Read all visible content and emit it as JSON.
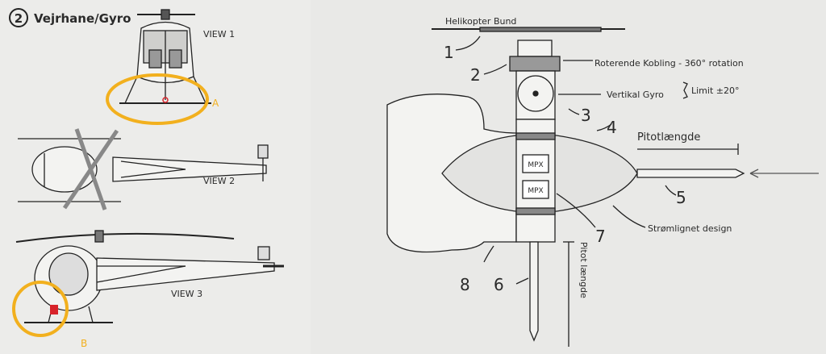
{
  "title": "Vejrhane/Gyro",
  "title_number": "2",
  "views": {
    "view1": "VIEW 1",
    "view2": "VIEW 2",
    "view3": "VIEW 3"
  },
  "highlights": {
    "a": "A",
    "b": "B"
  },
  "labels": {
    "helikopter_bund": "Helikopter Bund",
    "roterende_kobling": "Roterende Kobling - 360° rotation",
    "vertikal_gyro": "Vertikal Gyro",
    "limit": "Limit ±20°",
    "pitotlaengde_h": "Pitotlængde",
    "pitotlaengde_v": "Pitot længde",
    "stromlinet": "Strømlignet design",
    "mpx1": "MPX",
    "mpx2": "MPX"
  },
  "numbers": [
    "1",
    "2",
    "3",
    "4",
    "5",
    "6",
    "7",
    "8"
  ],
  "colors": {
    "accent": "#f2b01e",
    "red": "#d8232a",
    "ink": "#2a2a2a",
    "paper": "#e9e9e7"
  }
}
